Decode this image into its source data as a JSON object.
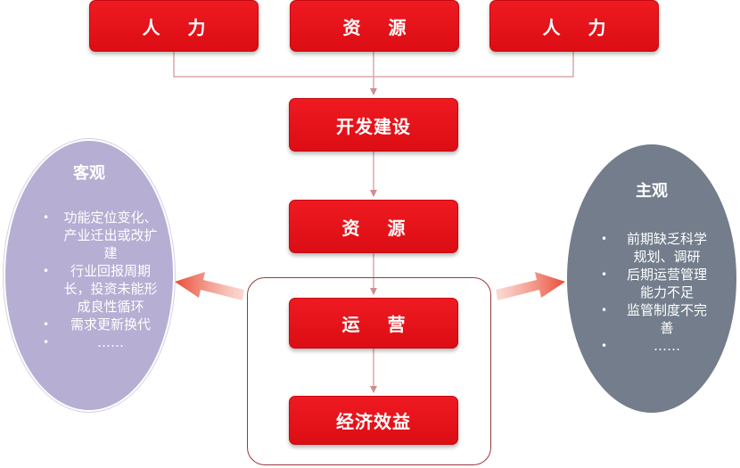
{
  "top_boxes": [
    {
      "label": "人 力"
    },
    {
      "label": "资 源"
    },
    {
      "label": "人 力"
    }
  ],
  "flow": {
    "develop": "开发建设",
    "resources": "资 源",
    "operations": "运 营",
    "benefits": "经济效益"
  },
  "objective": {
    "title": "客观",
    "items": [
      "功能定位变化、产业迁出或改扩建",
      "行业回报周期长，投资未能形成良性循环",
      "需求更新换代",
      "……"
    ]
  },
  "subjective": {
    "title": "主观",
    "items": [
      "前期缺乏科学规划、调研",
      "后期运营管理能力不足",
      "监管制度不完善",
      "……"
    ]
  },
  "colors": {
    "box_red": "#e31219",
    "objective_fill": "#b6aed3",
    "subjective_fill": "#737d8b",
    "connector": "#d9a9aa",
    "arrow": "#ee5c4c"
  }
}
